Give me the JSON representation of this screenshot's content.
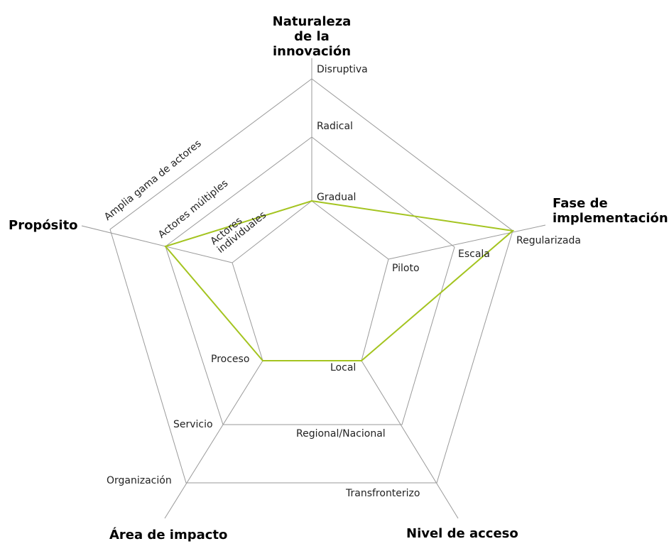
{
  "chart_data": {
    "type": "radar",
    "series_color": "#a4c420",
    "grid_color": "#9a9a9a",
    "axes": [
      {
        "name": "Naturaleza de la innovación",
        "name_lines": [
          "Naturaleza",
          "de la innovación"
        ],
        "levels": [
          "Gradual",
          "Radical",
          "Disruptiva"
        ],
        "value": 1
      },
      {
        "name": "Fase de implementación",
        "name_lines": [
          "Fase de",
          "implementación"
        ],
        "levels": [
          "Piloto",
          "Escala",
          "Regularizada"
        ],
        "value": 3
      },
      {
        "name": "Nivel de acceso",
        "name_lines": [
          "Nivel de acceso"
        ],
        "levels": [
          "Local",
          "Regional/Nacional",
          "Transfronterizo"
        ],
        "value": 1
      },
      {
        "name": "Área de impacto",
        "name_lines": [
          "Área de impacto"
        ],
        "levels": [
          "Proceso",
          "Servicio",
          "Organización"
        ],
        "value": 1
      },
      {
        "name": "Propósito",
        "name_lines": [
          "Propósito"
        ],
        "levels": [
          "Actores individuales",
          "Actores múltiples",
          "Amplia gama de actores"
        ],
        "level_lines_0": [
          "Actores",
          "individuales"
        ],
        "value": 2
      }
    ]
  }
}
